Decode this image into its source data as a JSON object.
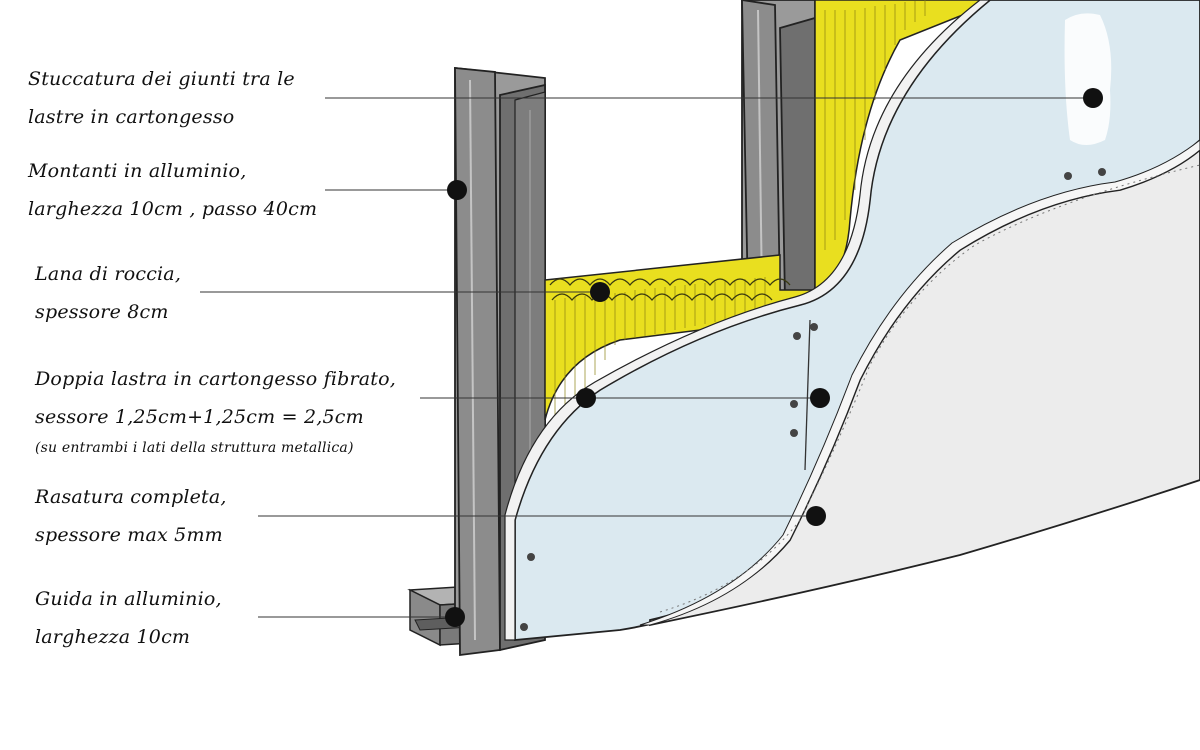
{
  "labels": {
    "stuccatura": {
      "line1": "Stuccatura dei giunti tra le",
      "line2": "lastre in cartongesso"
    },
    "montanti": {
      "line1": "Montanti in alluminio,",
      "line2": "larghezza 10cm , passo 40cm"
    },
    "lana": {
      "line1": "Lana di roccia,",
      "line2": "spessore 8cm"
    },
    "doppia": {
      "line1": "Doppia lastra in cartongesso fibrato,",
      "line2": "sessore 1,25cm+1,25cm = 2,5cm",
      "line3": "(su entrambi i lati della struttura metallica)"
    },
    "rasatura": {
      "line1": "Rasatura completa,",
      "line2": "spessore max 5mm"
    },
    "guida": {
      "line1": "Guida in alluminio,",
      "line2": "larghezza 10cm"
    }
  },
  "colors": {
    "profile_front": "#9a9a9a",
    "profile_dark": "#6f6f6f",
    "insulation": "#e9df1f",
    "insulation_lines": "#8c8312",
    "board": "#dbe9f0",
    "board_edge": "#f2f2f2",
    "finish": "#ececec",
    "leader": "#333333",
    "marker": "#111111"
  }
}
